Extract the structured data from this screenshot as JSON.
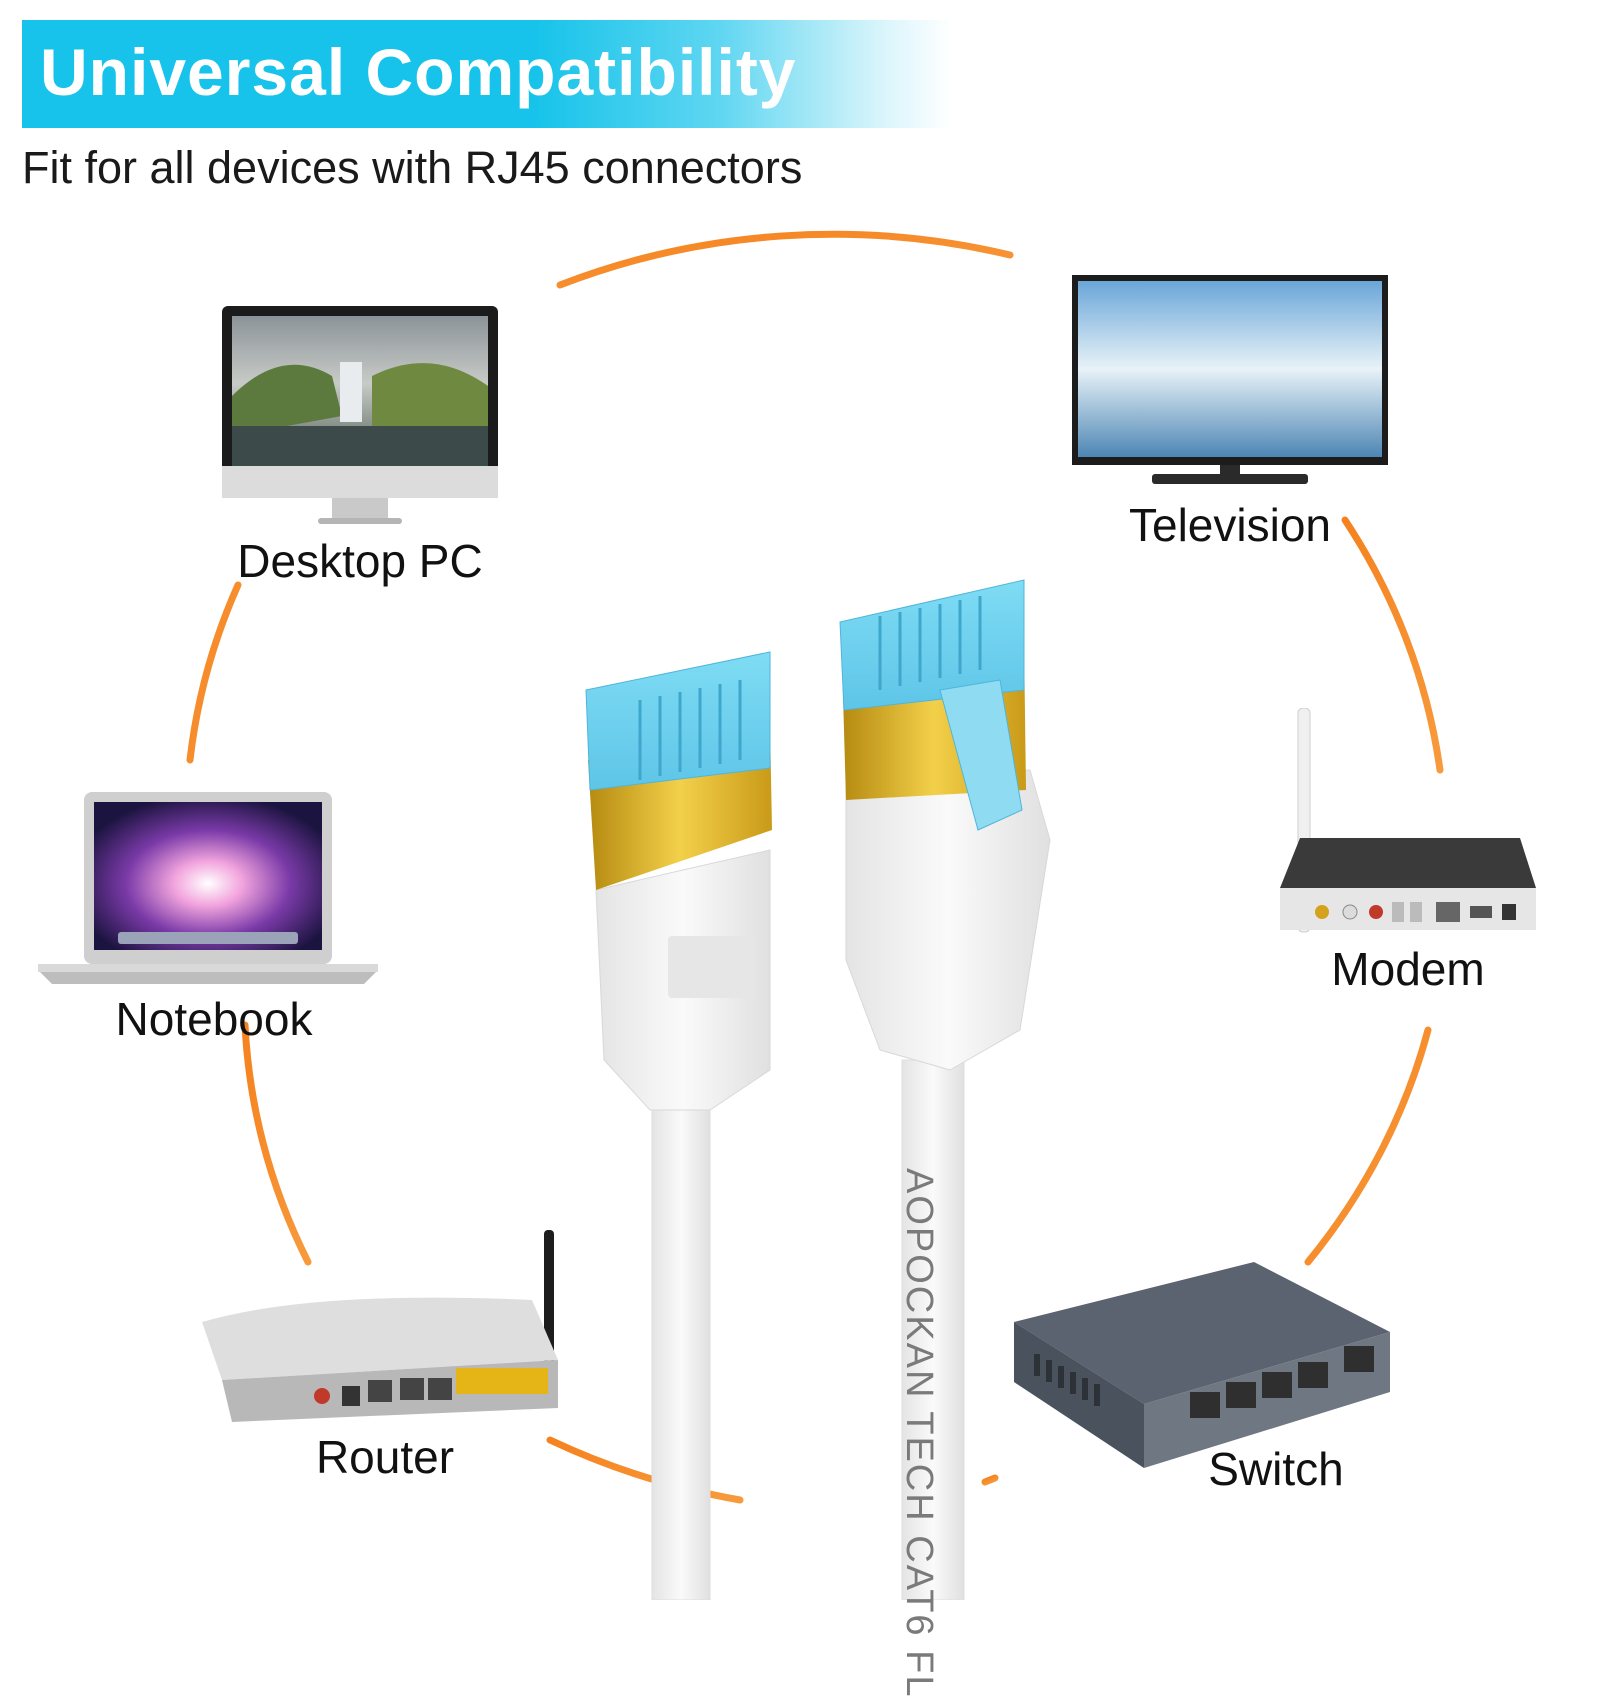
{
  "header": {
    "title": "Universal Compatibility",
    "subtitle": "Fit for all devices with RJ45 connectors"
  },
  "devices": [
    {
      "label": "Desktop PC",
      "icon": "desktop-pc-icon"
    },
    {
      "label": "Television",
      "icon": "television-icon"
    },
    {
      "label": "Notebook",
      "icon": "notebook-icon"
    },
    {
      "label": "Modem",
      "icon": "modem-icon"
    },
    {
      "label": "Router",
      "icon": "router-icon"
    },
    {
      "label": "Switch",
      "icon": "switch-icon"
    }
  ],
  "cable": {
    "print": "AOPOCKAN TECH   CAT6   FL"
  },
  "colors": {
    "banner": "#17c3ea",
    "ring": "#f5821f",
    "connector_gold": "#e8b923",
    "connector_blue": "#6fd3f0",
    "cable": "#f2f2f2"
  }
}
